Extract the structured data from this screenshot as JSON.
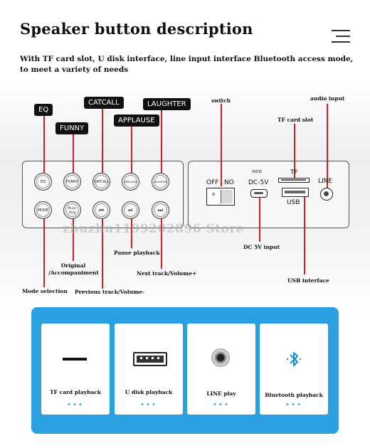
{
  "header": {
    "title": "Speaker button description",
    "subtitle": "With TF card slot, U disk interface, line input interface Bluetooth access mode, to meet a variety of needs"
  },
  "left_panel": {
    "tags": {
      "eq": "EQ",
      "funny": "FUNNY",
      "catcall": "CATCALL",
      "applause": "APPLAUSE",
      "laughter": "LAUGHTER"
    },
    "top_row_buttons": [
      "EQ",
      "FUNNY",
      "CATCALL",
      "APPLAUSE",
      "LAUGHTER"
    ],
    "bottom_row_buttons": [
      "MODE",
      "Music /Orig",
      "⏮",
      "⏯",
      "⏭"
    ],
    "labels": {
      "mode_selection": "Mode selection",
      "original": "Original",
      "accompaniment": "/Accompaniment",
      "previous_track": "Previous track/Volume-",
      "pause_playback": "Pause playback",
      "next_track": "Next track/Volume+"
    }
  },
  "right_panel": {
    "switch_off": "OFF",
    "switch_on": "NO",
    "switch_dot": "o",
    "dc_led": "ooo",
    "dc_label": "DC-5V",
    "tf_label": "TF",
    "usb_label": "USB",
    "line_label": "LINE",
    "callouts": {
      "switch": "switch",
      "audio_input": "audio input",
      "tf_card_slot": "TF card slot",
      "dc_input": "DC 5V input",
      "usb_interface": "USB interface"
    }
  },
  "watermark": "zhuzhu1199202896 Store",
  "cards": [
    {
      "caption": "TF card playback",
      "icon": "tf-slot-icon"
    },
    {
      "caption": "U disk playback",
      "icon": "usb-port-icon"
    },
    {
      "caption": "LINE play",
      "icon": "audio-jack-icon"
    },
    {
      "caption": "Bluetooth playback",
      "icon": "bluetooth-icon"
    }
  ],
  "dots": "•••",
  "colors": {
    "accent_blue": "#2aa0e0",
    "callout_red": "#d32020",
    "tag_black": "#111111"
  }
}
